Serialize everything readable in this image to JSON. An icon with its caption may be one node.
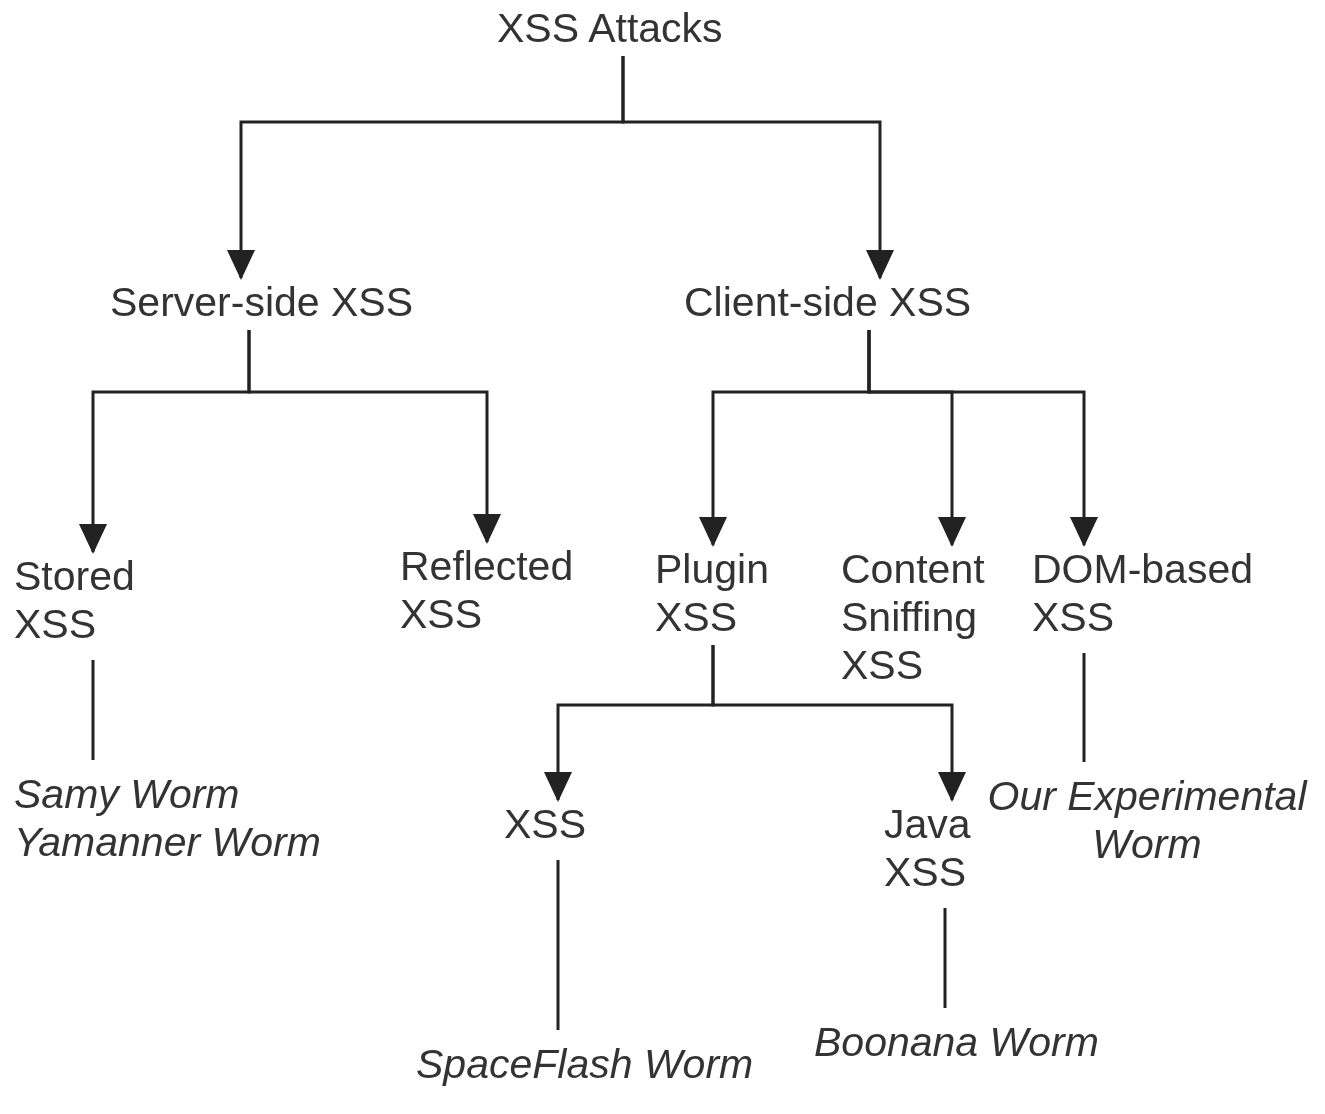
{
  "diagram": {
    "nodes": [
      {
        "text": [
          "XSS Attacks"
        ]
      },
      {
        "text": [
          "Server-side XSS"
        ]
      },
      {
        "text": [
          "Client-side XSS"
        ]
      },
      {
        "text": [
          "Stored XSS"
        ]
      },
      {
        "text": [
          "Reflected XSS"
        ]
      },
      {
        "text": [
          "Plugin XSS"
        ]
      },
      {
        "text": [
          "Content Sniffing XSS"
        ]
      },
      {
        "text": [
          "DOM-based XSS"
        ]
      },
      {
        "text": [
          "Samy Worm",
          "Yamanner Worm"
        ]
      },
      {
        "text": [
          "XSS"
        ]
      },
      {
        "text": [
          "Java XSS"
        ]
      },
      {
        "text": [
          "Our Experimental Worm"
        ]
      },
      {
        "text": [
          "SpaceFlash Worm"
        ]
      },
      {
        "text": [
          "Boonana Worm"
        ]
      }
    ],
    "edges": [
      {
        "from": 0,
        "to": 1,
        "arrow": "to"
      },
      {
        "from": 0,
        "to": 2,
        "arrow": "to"
      },
      {
        "from": 1,
        "to": 3,
        "arrow": "to"
      },
      {
        "from": 1,
        "to": 4,
        "arrow": "to"
      },
      {
        "from": 2,
        "to": 5,
        "arrow": "to"
      },
      {
        "from": 2,
        "to": 6,
        "arrow": "to"
      },
      {
        "from": 2,
        "to": 7,
        "arrow": "to"
      },
      {
        "from": 3,
        "to": 8,
        "arrow": "none"
      },
      {
        "from": 5,
        "to": 9,
        "arrow": "to"
      },
      {
        "from": 5,
        "to": 10,
        "arrow": "to"
      },
      {
        "from": 7,
        "to": 11,
        "arrow": "none"
      },
      {
        "from": 9,
        "to": 12,
        "arrow": "none"
      },
      {
        "from": 10,
        "to": 13,
        "arrow": "none"
      }
    ]
  }
}
